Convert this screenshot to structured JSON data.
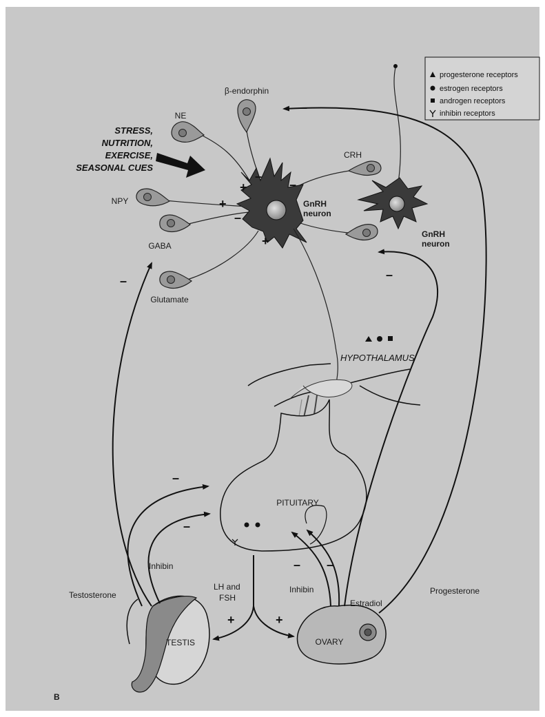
{
  "colors": {
    "background": "#c8c8c8",
    "neuron": "#3a3a3a",
    "cell": "#9a9a9a",
    "organ": "#c4c4c4"
  },
  "legend": {
    "progesterone": "progesterone receptors",
    "estrogen": "estrogen receptors",
    "androgen": "androgen receptors",
    "inhibin": "inhibin receptors"
  },
  "cues": {
    "line1": "STRESS,",
    "line2": "NUTRITION,",
    "line3": "EXERCISE,",
    "line4": "SEASONAL CUES"
  },
  "neurons": {
    "gnrh_left_line1": "GnRH",
    "gnrh_left_line2": "neuron",
    "gnrh_right_line1": "GnRH",
    "gnrh_right_line2": "neuron",
    "ne": "NE",
    "beta_endorphin": "β-endorphin",
    "crh": "CRH",
    "npy": "NPY",
    "gaba": "GABA",
    "glutamate": "Glutamate"
  },
  "regions": {
    "hypothalamus": "HYPOTHALAMUS",
    "pituitary": "PITUITARY",
    "testis": "TESTIS",
    "ovary": "OVARY"
  },
  "hormones": {
    "lh_fsh_1": "LH and",
    "lh_fsh_2": "FSH",
    "testosterone": "Testosterone",
    "inhibin_male": "Inhibin",
    "inhibin_female": "Inhibin",
    "estradiol": "Estradiol",
    "progesterone": "Progesterone"
  },
  "signs": {
    "plus": "+",
    "minus": "–"
  },
  "panel_label": "B"
}
